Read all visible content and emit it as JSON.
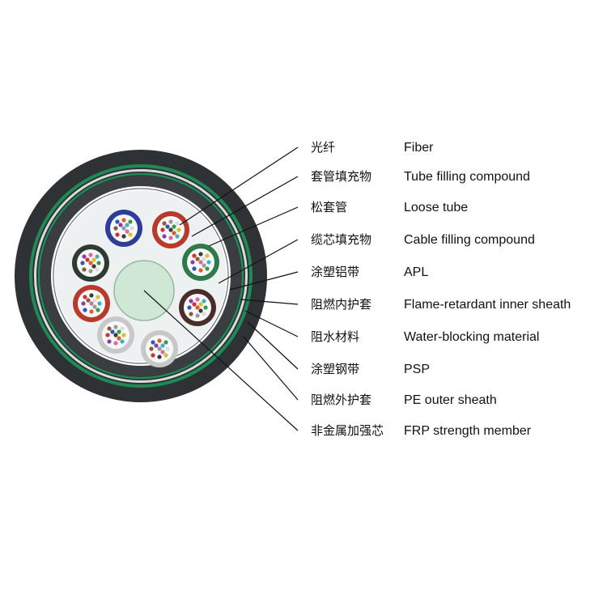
{
  "legend": [
    {
      "cn": "光纤",
      "en": "Fiber"
    },
    {
      "cn": "套管填充物",
      "en": "Tube filling compound"
    },
    {
      "cn": "松套管",
      "en": "Loose tube"
    },
    {
      "cn": "缆芯填充物",
      "en": "Cable filling compound"
    },
    {
      "cn": "涂塑铝带",
      "en": "APL"
    },
    {
      "cn": "阻燃内护套",
      "en": "Flame-retardant inner sheath"
    },
    {
      "cn": "阻水材料",
      "en": "Water-blocking material"
    },
    {
      "cn": "涂塑钢带",
      "en": "PSP"
    },
    {
      "cn": "阻燃外护套",
      "en": "PE outer sheath"
    },
    {
      "cn": "非金属加强芯",
      "en": "FRP strength member"
    }
  ],
  "colors": {
    "outer_sheath": "#2f3235",
    "steel_tape": "#1f8a55",
    "inner_sheath": "#3b3e41",
    "core_fill": "#eef1f1",
    "strength_member": "#cfe8d6",
    "leader_line": "#111111"
  },
  "loose_tubes": [
    {
      "ring_color": "#2c3d9a"
    },
    {
      "ring_color": "#b83a2c"
    },
    {
      "ring_color": "#2f7a4a"
    },
    {
      "ring_color": "#4a2d2a"
    },
    {
      "ring_color": "#c8c8c8"
    },
    {
      "ring_color": "#c8c8c8"
    },
    {
      "ring_color": "#b83a2c"
    },
    {
      "ring_color": "#2f3a35"
    }
  ],
  "fiber_colors": [
    "#2f56b8",
    "#e05a2a",
    "#3a9a4a",
    "#8a5a3a",
    "#9a9a9a",
    "#dddddd",
    "#d43030",
    "#3a3a3a",
    "#d8c030",
    "#8a40a0",
    "#d070a0",
    "#40b0c0"
  ]
}
